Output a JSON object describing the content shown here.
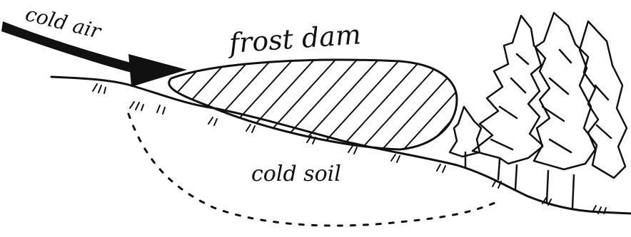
{
  "labels": {
    "cold_air": "cold air",
    "frost_dam": "frost dam",
    "cold_soil": "cold soil"
  },
  "colors": {
    "ink": "#111111",
    "background": "#ffffff"
  },
  "icons": {
    "wind": "arrow-icon",
    "trees": "conifer-trees-illustration"
  }
}
